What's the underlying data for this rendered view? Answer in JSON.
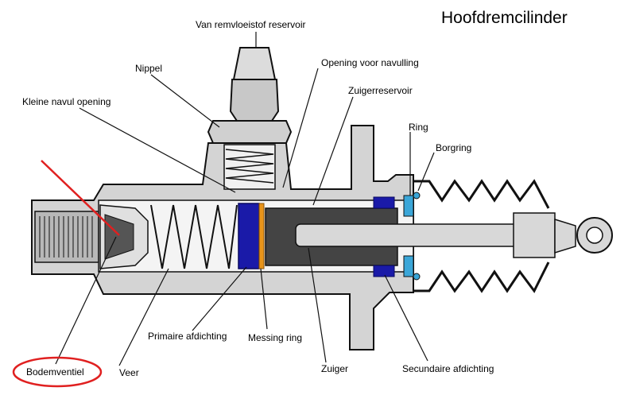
{
  "title": "Hoofdremcilinder",
  "labels": {
    "reservoir": "Van remvloeistof reservoir",
    "nipple": "Nippel",
    "small_fill_opening": "Kleine navul opening",
    "refill_opening": "Opening voor navulling",
    "piston_reservoir": "Zuigerreservoir",
    "ring": "Ring",
    "circlip": "Borgring",
    "primary_seal": "Primaire afdichting",
    "brass_ring": "Messing ring",
    "piston": "Zuiger",
    "secondary_seal": "Secundaire afdichting",
    "spring": "Veer",
    "bottom_valve": "Bodemventiel"
  },
  "highlight": {
    "target": "Bodemventiel",
    "color": "#e02020"
  },
  "colors": {
    "body": "#d4d4d4",
    "bore": "#f4f4f4",
    "piston": "#444444",
    "seal": "#1a1aa8",
    "brass": "#e8941a",
    "ring": "#3aa6d8"
  }
}
